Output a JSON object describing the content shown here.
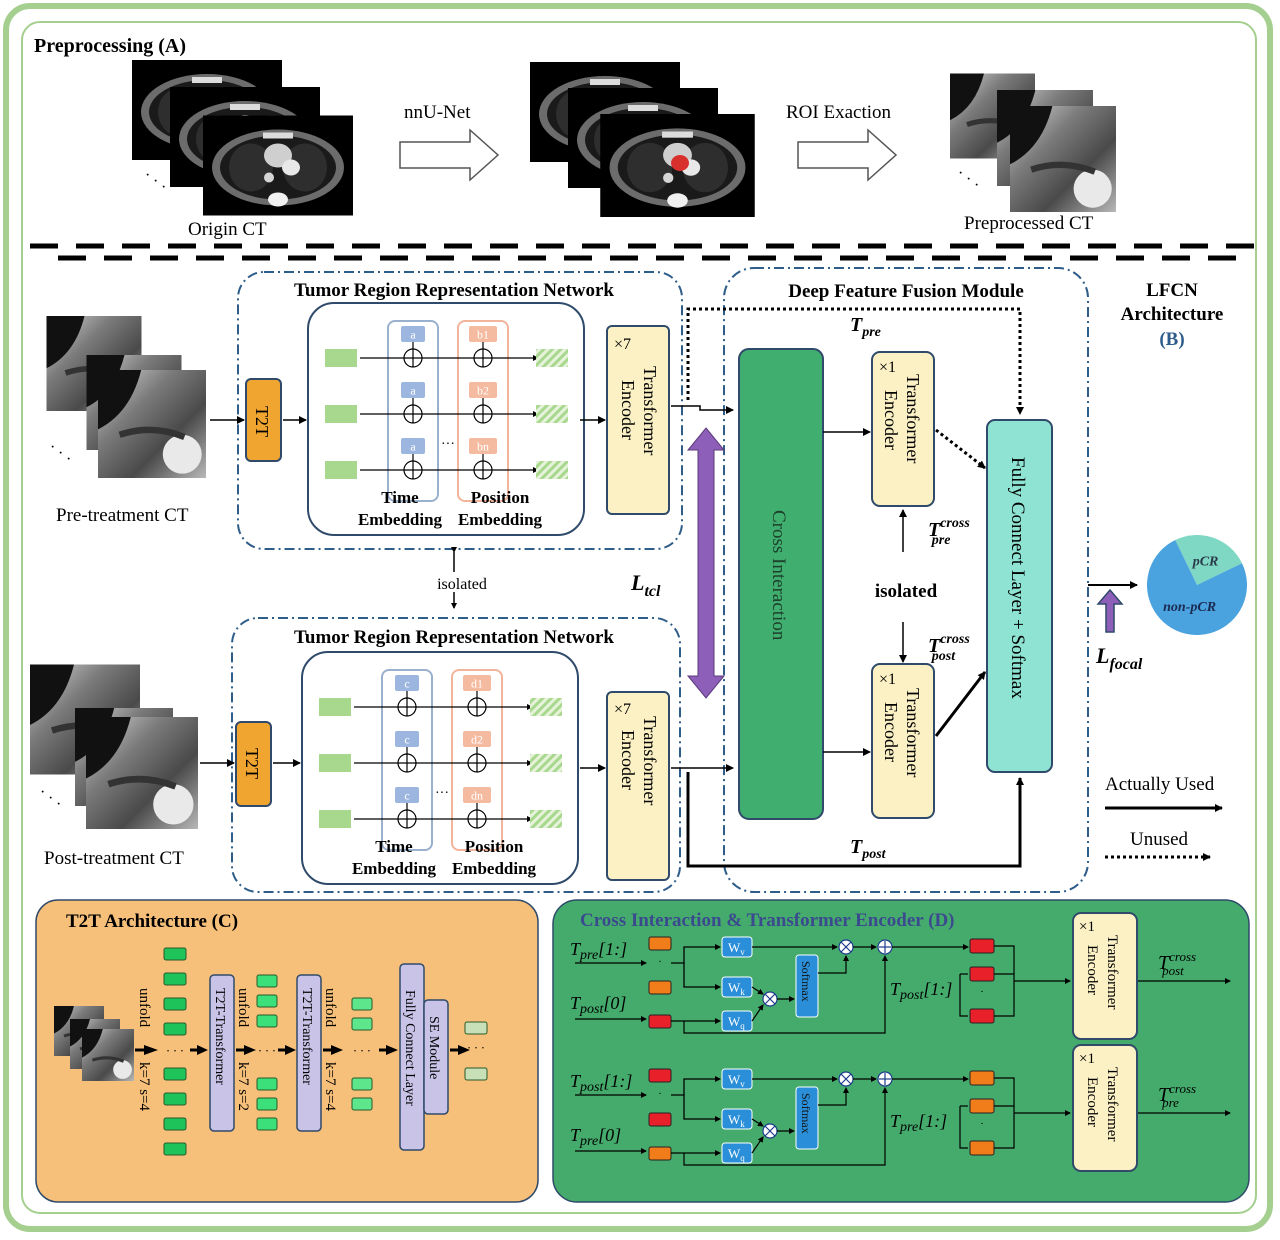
{
  "preprocessing": {
    "title": "Preprocessing (A)",
    "origin_label": "Origin CT",
    "step1": "nnU-Net",
    "step2": "ROI Exaction",
    "preprocessed_label": "Preprocessed CT"
  },
  "lfcn": {
    "title_line1": "LFCN",
    "title_line2": "Architecture",
    "title_line3": "(B)",
    "pre_label": "Pre-treatment CT",
    "post_label": "Post-treatment CT",
    "t2t": "T2T",
    "trrn_title": "Tumor Region Representation Network",
    "time_line1": "Time",
    "time_line2": "Embedding",
    "pos_line1": "Position",
    "pos_line2": "Embedding",
    "pre_time_tokens": [
      "a",
      "a",
      "a"
    ],
    "pre_pos_tokens": [
      "b1",
      "b2",
      "bn"
    ],
    "post_time_tokens": [
      "c",
      "c",
      "c"
    ],
    "post_pos_tokens": [
      "d1",
      "d2",
      "dn"
    ],
    "dots": "···",
    "repeat7": "×7",
    "repeat1": "×1",
    "transformer_line1": "Transformer",
    "transformer_line2": "Encoder",
    "isolated": "isolated",
    "l_tcl": "L",
    "l_tcl_sub": "tcl",
    "dffm_title": "Deep Feature Fusion Module",
    "t_pre": "T",
    "t_pre_sub": "pre",
    "t_post_sub": "post",
    "cross_sup": "cross",
    "cross_interaction": "Cross Interaction",
    "fc_softmax": "Fully Connect Layer + Softmax",
    "l_focal": "L",
    "l_focal_sub": "focal",
    "pcr": "pCR",
    "non_pcr": "non-pCR",
    "actually_used": "Actually Used",
    "unused": "Unused"
  },
  "chart_data": {
    "type": "pie",
    "categories": [
      "pCR",
      "non-pCR"
    ],
    "values": [
      25,
      75
    ],
    "colors": [
      "#7fd8c3",
      "#4aa3df"
    ]
  },
  "t2t_arch": {
    "title": "T2T  Architecture (C)",
    "unfold": "unfold",
    "k7s4": "k=7 s=4",
    "k7s2": "k=7 s=2",
    "t2t_transformer": "T2T-Transformer",
    "fc_layer": "Fully Connect Layer",
    "se_module": "SE Module"
  },
  "cross_arch": {
    "title": "Cross Interaction & Transformer Encoder (D)",
    "wv": "W",
    "wv_sub": "v",
    "wk_sub": "k",
    "wq_sub": "q",
    "softmax": "Softmax",
    "in_pre_all": "T",
    "pre_sub": "pre",
    "post_sub": "post",
    "all_idx": "[1:]",
    "zero_idx": "[0]"
  },
  "colors": {
    "frame_green": "#a5cf8f",
    "dashed_blue": "#2f5d8a",
    "t2t_orange": "#f0a531",
    "encoder_yellow": "#fbf1c4",
    "cross_green": "#3fae6f",
    "fc_teal": "#8ee3d2",
    "panel_c": "#f6c07a",
    "panel_d": "#45ab6c",
    "purple": "#8e5fb8"
  }
}
